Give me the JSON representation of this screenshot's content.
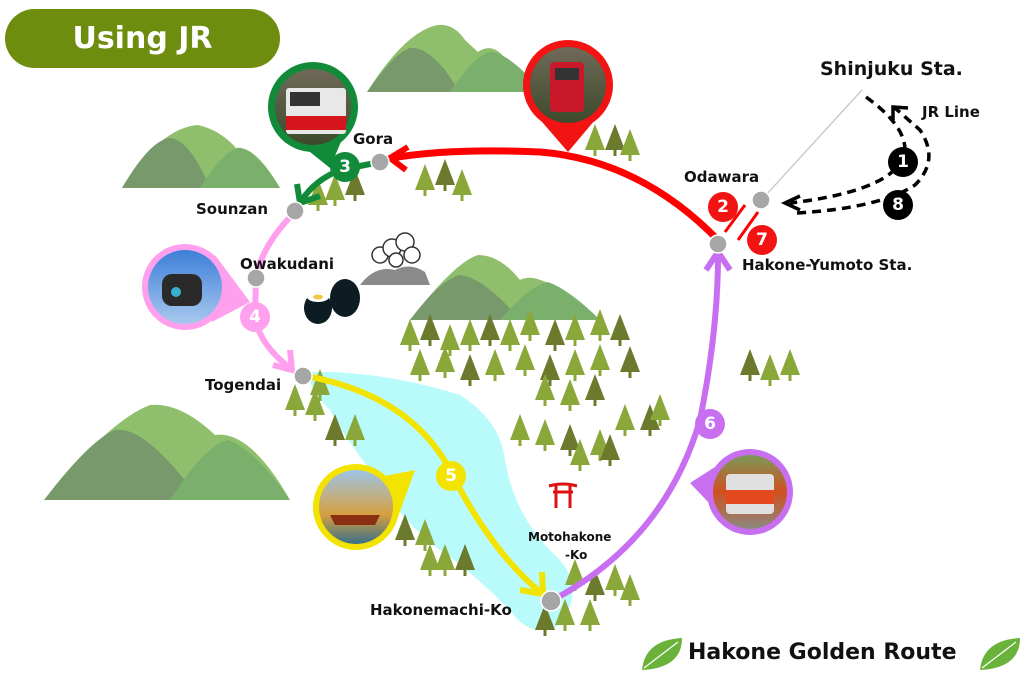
{
  "header": {
    "title": "Using JR"
  },
  "stations": {
    "shinjuku": "Shinjuku Sta.",
    "odawara": "Odawara",
    "hakone_yumoto": "Hakone-Yumoto Sta.",
    "gora": "Gora",
    "sounzan": "Sounzan",
    "owakudani": "Owakudani",
    "togendai": "Togendai",
    "hakonemachi": "Hakonemachi-Ko",
    "motohakone_1": "Motohakone",
    "motohakone_2": "-Ko"
  },
  "lines": {
    "jr": "JR Line"
  },
  "steps": [
    "1",
    "2",
    "3",
    "4",
    "5",
    "6",
    "7",
    "8"
  ],
  "colors": {
    "brand": "#6e8c0e",
    "jr": "#000000",
    "tozan_railway": "#ff0000",
    "cable_car": "#118a3a",
    "ropeway": "#ffa0ee",
    "cruise": "#f2e400",
    "bus": "#c86ef0",
    "lake": "#b9fafa"
  },
  "footer": {
    "title": "Hakone Golden Route"
  }
}
